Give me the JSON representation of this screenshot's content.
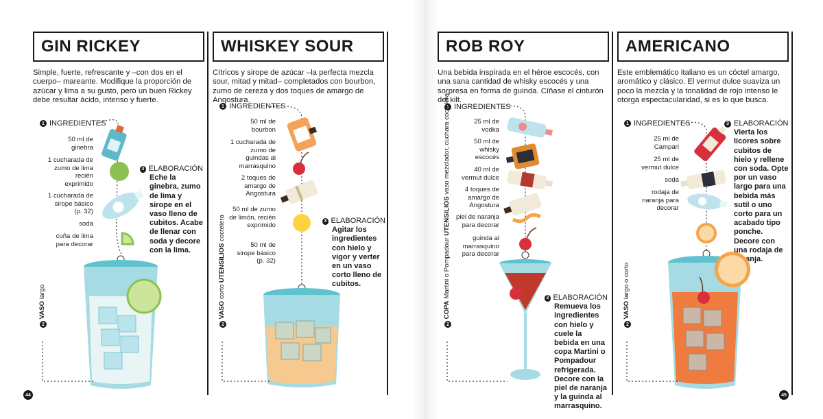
{
  "pages": {
    "left_number": "44",
    "right_number": "45"
  },
  "cards": [
    {
      "title": "GIN RICKEY",
      "description": "Simple, fuerte, refrescante y –con dos en el cuerpo– mareante. Modifique la proporción de azúcar y lima a su gusto, pero un buen Rickey debe resultar ácido, intenso y fuerte.",
      "ingredients_label": "INGREDIENTES",
      "ingredients": [
        "50 ml de ginebra",
        "1 cucharada de zumo de lima recién exprimido",
        "1 cucharada de sirope básico (p. 32)",
        "soda",
        "cuña de lima para decorar"
      ],
      "vessel_label": "VASO",
      "vessel_text": "largo",
      "method_label": "ELABORACIÓN",
      "method": "Eche la ginebra, zumo de lima y sirope en el vaso lleno de cubitos. Acabe de llenar con soda y decore con la lima."
    },
    {
      "title": "WHISKEY SOUR",
      "description": "Cítricos y sirope de azúcar –la perfecta mezcla sour, mitad y mitad– completados con bourbon, zumo de cereza y dos toques de amargo de Angostura.",
      "ingredients_label": "INGREDIENTES",
      "ingredients": [
        "50 ml de bourbon",
        "1 cucharada de zumo de guindas al marrasquino",
        "2 toques de amargo de Angostura",
        "50 ml de zumo de limón, recién exprimido",
        "50 ml de sirope básico (p. 32)"
      ],
      "vessel_label": "VASO",
      "vessel_text": "corto",
      "utensils_label": "UTENSILIOS",
      "utensils_text": "coctelera",
      "method_label": "ELABORACIÓN",
      "method": "Agitar los ingredientes con hielo y vigor y verter en un vaso corto lleno de cubitos."
    },
    {
      "title": "ROB ROY",
      "description": "Una bebida inspirada en el héroe escocés, con una sana cantidad de whisky escocés y una sorpresa en forma de guinda. Cíñase el cinturón del kilt.",
      "ingredients_label": "INGREDIENTES",
      "ingredients": [
        "25 ml de vodka",
        "50 ml de whisky escocés",
        "40 ml de vermut dulce",
        "4 toques de amargo de Angostura",
        "piel de naranja para decorar",
        "guinda al marrasquino para decorar"
      ],
      "vessel_label": "COPA",
      "vessel_text": "Martini o Pompadour",
      "utensils_label": "UTENSILIOS",
      "utensils_text": "vaso mezclador, cuchara coctelera",
      "method_label": "ELABORACIÓN",
      "method": "Remueva los ingredientes con hielo y cuele la bebida en una copa Martini o Pompadour refrigerada. Decore con la piel de naranja y la guinda al marrasquino."
    },
    {
      "title": "AMERICANO",
      "description": "Este emblemático italiano es un cóctel amargo, aromático y clásico. El vermut dulce suaviza un poco la mezcla y la tonalidad de rojo intenso le otorga espectacularidad, si es lo que busca.",
      "ingredients_label": "INGREDIENTES",
      "ingredients": [
        "25 ml de Campari",
        "25 ml de vermut dulce",
        "soda",
        "rodaja de naranja para decorar"
      ],
      "vessel_label": "VASO",
      "vessel_text": "largo o corto",
      "method_label": "ELABORACIÓN",
      "method": "Vierta los licores sobre cubitos de hielo y rellene con soda. Opte por un vaso largo para una bebida más sutil o uno corto para un acabado tipo ponche. Decore con una rodaja de naranja."
    }
  ],
  "labels": {
    "one": "1",
    "two": "2",
    "three": "3"
  },
  "colors": {
    "glass": "#a6dbe3",
    "rim": "#5fc3cf",
    "ice": "#b9e4ec",
    "orange": "#f7a34a",
    "cherry": "#d8303a",
    "lime": "#8cc152",
    "campari": "#ef7b3f"
  }
}
